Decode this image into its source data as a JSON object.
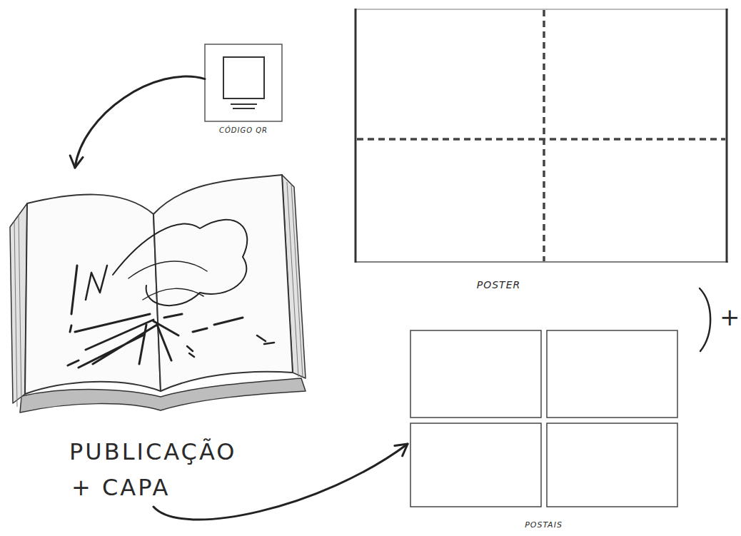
{
  "diagram": {
    "nodes": [
      {
        "text": [
          "CÓDIGO QR"
        ]
      },
      {
        "text": [
          "PUBLICAÇÃO",
          "+ CAPA"
        ]
      },
      {
        "text": [
          "POSTER"
        ]
      },
      {
        "text": [
          "POSTAIS"
        ]
      }
    ],
    "edges": [
      {
        "from": 0,
        "to": 1,
        "arrow": "to"
      },
      {
        "from": 1,
        "to": 3,
        "arrow": "to"
      }
    ],
    "labels": [
      "+"
    ]
  }
}
